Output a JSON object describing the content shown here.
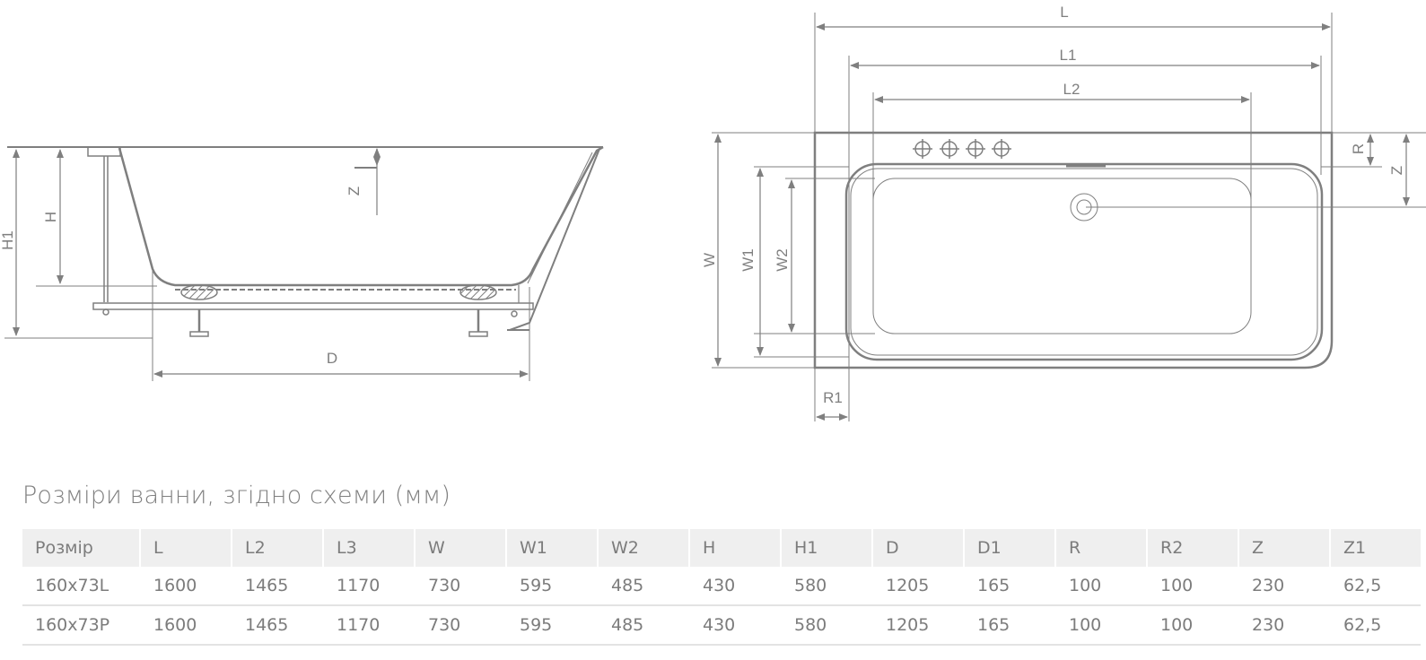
{
  "side_view": {
    "dimension_labels": {
      "H1": "H1",
      "H": "H",
      "Z": "Z",
      "D": "D"
    }
  },
  "top_view": {
    "dimension_labels": {
      "L": "L",
      "L1": "L1",
      "L2": "L2",
      "W": "W",
      "W1": "W1",
      "W2": "W2",
      "R": "R",
      "Z": "Z",
      "R1": "R1"
    },
    "tap_holes": 4
  },
  "colors": {
    "line": "#7f7f7f",
    "header_bg": "#efefef",
    "row_border": "#e3e3e3",
    "text": "#7c7c7c"
  },
  "table": {
    "title": "Розміри ванни, згідно схеми (мм)",
    "columns": [
      "Розмір",
      "L",
      "L2",
      "L3",
      "W",
      "W1",
      "W2",
      "H",
      "H1",
      "D",
      "D1",
      "R",
      "R2",
      "Z",
      "Z1"
    ],
    "rows": [
      [
        "160x73L",
        "1600",
        "1465",
        "1170",
        "730",
        "595",
        "485",
        "430",
        "580",
        "1205",
        "165",
        "100",
        "100",
        "230",
        "62,5"
      ],
      [
        "160x73P",
        "1600",
        "1465",
        "1170",
        "730",
        "595",
        "485",
        "430",
        "580",
        "1205",
        "165",
        "100",
        "100",
        "230",
        "62,5"
      ]
    ]
  }
}
